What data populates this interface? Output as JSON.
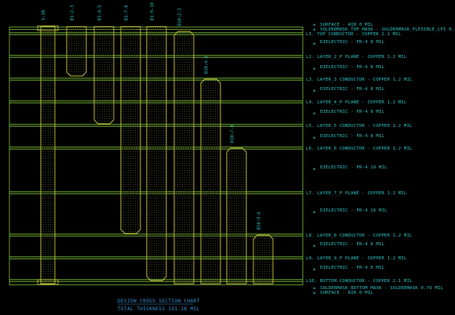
{
  "colors": {
    "background": "#000000",
    "layer_line": "#7ec23a",
    "via": "#c8c43a",
    "label": "#2ec4c4",
    "title": "#3a8fd0",
    "symbol": "#2ec4c4"
  },
  "via_labels": [
    "1:10",
    "B1:2-3",
    "B1:4-5",
    "B1:7-8",
    "B1:9-10",
    "B10:2-3",
    "B10:4-5",
    "B10:7-8",
    "B10:9-6"
  ],
  "surface_top": "SURFACE - AIR 0 MIL",
  "soldermask_top": "SOLDERMASK_TOP MASK - SOLDERMASK_FLEXIBLE_LPI 0.",
  "layers": [
    {
      "name": "L1. TOP CONDUCTOR - COPPER 2.1 MIL",
      "dielectric": "DIELECTRIC - FR-4 8 MIL"
    },
    {
      "name": "L2. LAYER_2_P PLANE - COPPER 1.2 MIL",
      "dielectric": "DIELECTRIC - FR-4 8 MIL"
    },
    {
      "name": "L3. LAYER_3 CONDUCTOR - COPPER 1.2 MIL",
      "dielectric": "DIELECTRIC - FR-4 8 MIL"
    },
    {
      "name": "L4. LAYER_4_P PLANE - COPPER 1.2 MIL",
      "dielectric": "DIELECTRIC - FR-4 8 MIL"
    },
    {
      "name": "L5. LAYER_5 CONDUCTOR - COPPER 1.2 MIL",
      "dielectric": "DIELECTRIC - FR-4 8 MIL"
    },
    {
      "name": "L6. LAYER_6 CONDUCTOR - COPPER 1.2 MIL",
      "dielectric": "DIELECTRIC - FR-4 19 MIL"
    },
    {
      "name": "L7. LAYER_7_P PLANE - COPPER 1.2 MIL",
      "dielectric": "DIELECTRIC - FR-4 16 MIL"
    },
    {
      "name": "L8. LAYER_8 CONDUCTOR - COPPER 1.2 MIL",
      "dielectric": "DIELECTRIC - FR-4 8 MIL"
    },
    {
      "name": "L9. LAYER_9_P PLANE - COPPER 1.2 MIL",
      "dielectric": "DIELECTRIC - FR-4 8 MIL"
    },
    {
      "name": "L10. BOTTOM CONDUCTOR - COPPER 2.1 MIL",
      "dielectric": ""
    }
  ],
  "soldermask_bottom": "SOLDERMASK_BOTTOM MASK - SOLDERMASK 0.79 MIL",
  "surface_bottom": "SURFACE - AIR 0 MIL",
  "chart_title": "DESIGN CROSS SECTION CHART",
  "total_thickness": "TOTAL THICKNESS 101.18 MIL"
}
